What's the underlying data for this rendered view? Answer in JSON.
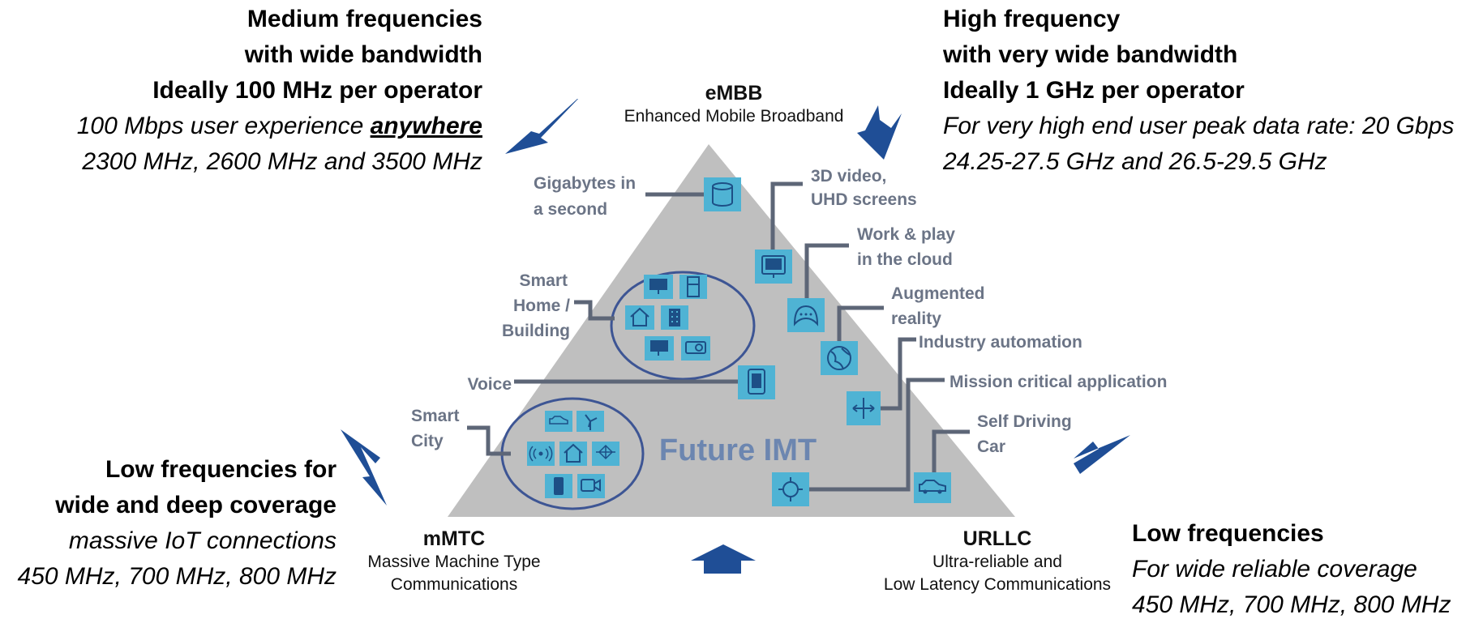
{
  "top_left": {
    "line1": "Medium frequencies",
    "line2": "with wide bandwidth",
    "line3": "Ideally 100 MHz per operator",
    "line4_pre": "100 Mbps user experience ",
    "line4_emph": "anywhere",
    "line5": "2300 MHz, 2600 MHz and 3500 MHz"
  },
  "top_right": {
    "line1": "High frequency",
    "line2": "with very wide bandwidth",
    "line3": "Ideally 1 GHz per operator",
    "line4": "For very high end user peak data rate: 20 Gbps",
    "line5": "24.25-27.5 GHz and 26.5-29.5 GHz"
  },
  "bottom_left": {
    "line1": "Low frequencies for",
    "line2": "wide and deep coverage",
    "line3": "massive IoT connections",
    "line4": "450 MHz, 700 MHz, 800 MHz"
  },
  "bottom_right": {
    "line1": "Low frequencies",
    "line2": "For wide reliable coverage",
    "line3": "450 MHz, 700 MHz, 800 MHz"
  },
  "embb": {
    "abbr": "eMBB",
    "full": "Enhanced Mobile Broadband"
  },
  "mmtc": {
    "abbr": "mMTC",
    "full_line1": "Massive Machine Type",
    "full_line2": "Communications"
  },
  "urllc": {
    "abbr": "URLLC",
    "full_line1": "Ultra-reliable and",
    "full_line2": "Low Latency Communications"
  },
  "center_title": "Future IMT",
  "use_cases": {
    "gigabytes_1": "Gigabytes in",
    "gigabytes_2": "a second",
    "video_1": "3D video,",
    "video_2": "UHD screens",
    "cloud_1": "Work & play",
    "cloud_2": "in the cloud",
    "smart_home_1": "Smart",
    "smart_home_2": "Home /",
    "smart_home_3": "Building",
    "ar_1": "Augmented",
    "ar_2": "reality",
    "industry": "Industry automation",
    "voice": "Voice",
    "mission": "Mission critical application",
    "smart_city_1": "Smart",
    "smart_city_2": "City",
    "car_1": "Self Driving",
    "car_2": "Car"
  },
  "colors": {
    "triangle": "#bfbfbf",
    "icon_tile": "#4fb3d4",
    "connector": "#5d6677",
    "arrow": "#1f4e96",
    "label_gray": "#6b7486",
    "center_title": "#6c86b0",
    "ellipse": "#3d5594"
  },
  "icons": [
    "database-icon",
    "monitor-icon",
    "gamepad-icon",
    "globe-icon",
    "tablet-icon",
    "crosshair-icon",
    "car-icon",
    "house-icon",
    "building-icon",
    "projector-icon",
    "antenna-icon",
    "windmill-icon",
    "satellite-icon",
    "phone-icon",
    "camera-icon"
  ]
}
